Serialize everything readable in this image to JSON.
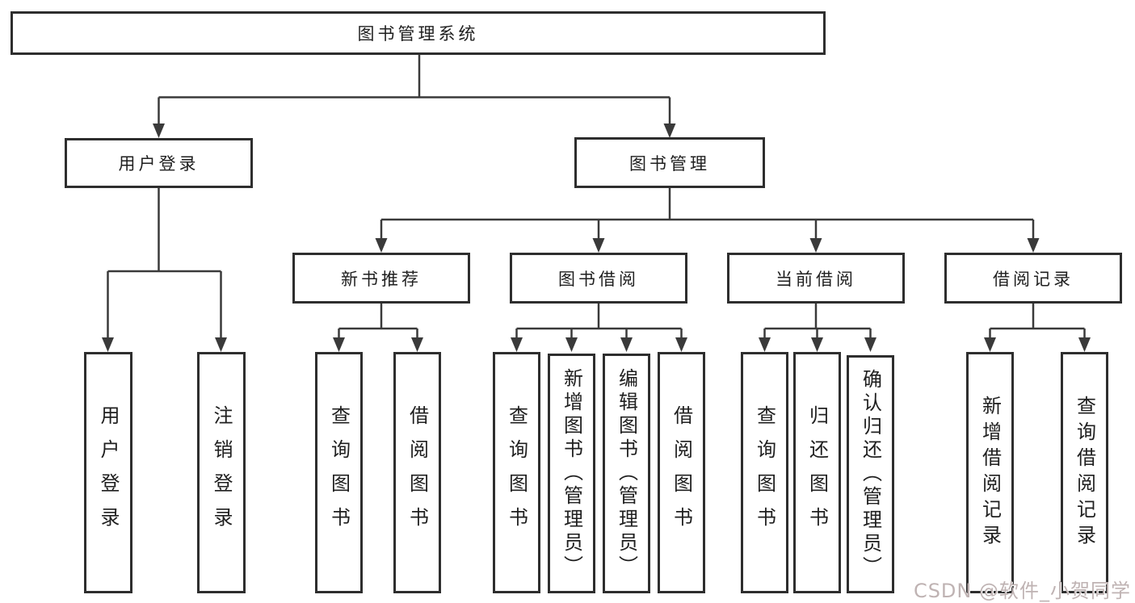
{
  "tree": {
    "root": {
      "label": "图书管理系统",
      "children": [
        {
          "label": "用户登录",
          "children": [
            {
              "label": "用户登录"
            },
            {
              "label": "注销登录"
            }
          ]
        },
        {
          "label": "图书管理",
          "children": [
            {
              "label": "新书推荐",
              "children": [
                {
                  "label": "查询图书"
                },
                {
                  "label": "借阅图书"
                }
              ]
            },
            {
              "label": "图书借阅",
              "children": [
                {
                  "label": "查询图书"
                },
                {
                  "label": "新增图书（管理员）"
                },
                {
                  "label": "编辑图书（管理员）"
                },
                {
                  "label": "借阅图书"
                }
              ]
            },
            {
              "label": "当前借阅",
              "children": [
                {
                  "label": "查询图书"
                },
                {
                  "label": "归还图书"
                },
                {
                  "label": "确认归还（管理员）"
                }
              ]
            },
            {
              "label": "借阅记录",
              "children": [
                {
                  "label": "新增借阅记录"
                },
                {
                  "label": "查询借阅记录"
                }
              ]
            }
          ]
        }
      ]
    }
  },
  "watermark": {
    "text": "CSDN @软件_小贺同学"
  },
  "colors": {
    "background": "#ffffff",
    "line": "#3a3a3a",
    "border": "#2e2e2e",
    "text": "#1f1f1f",
    "watermark": "#bfb3b3"
  }
}
